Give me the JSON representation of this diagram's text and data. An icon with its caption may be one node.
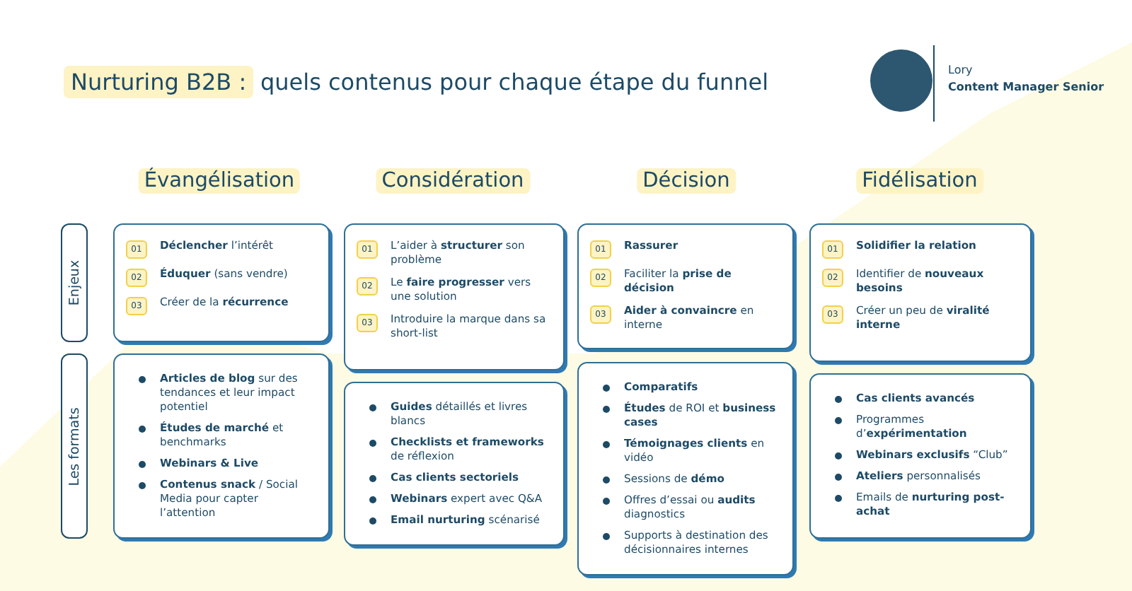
{
  "diagram": {
    "nodes": [
      {
        "text": [
          "Évangélisation"
        ]
      },
      {
        "text": [
          "Considération"
        ]
      },
      {
        "text": [
          "Décision"
        ]
      },
      {
        "text": [
          "Fidélisation"
        ]
      },
      {
        "text": [
          "Enjeux"
        ]
      },
      {
        "text": [
          "01",
          "**Déclencher** l’intérêt",
          "02",
          "**Éduquer** (sans vendre)",
          "03",
          "Créer de la **récurrence**"
        ]
      },
      {
        "text": [
          "01",
          "L’aider à **structurer** son problème",
          "02",
          "Le **faire progresser** vers une solution",
          "03",
          "Introduire la marque dans sa short-list"
        ]
      },
      {
        "text": [
          "01",
          "**Rassurer**",
          "02",
          "Faciliter la **prise de décision**",
          "03",
          "**Aider à convaincre** en interne"
        ]
      },
      {
        "text": [
          "01",
          "**Solidifier la relation**",
          "02",
          "Identifier de **nouveaux besoins**",
          "03",
          "Créer un peu de **viralité interne**"
        ]
      },
      {
        "text": [
          "Les formats"
        ]
      },
      {
        "text": [
          "**Articles de blog** sur des tendances et leur impact potentiel",
          "**Études de marché** et benchmarks",
          "**Webinars & Live**",
          "**Contenus snack** / Social Media pour capter l’attention"
        ]
      },
      {
        "text": [
          "**Guides** détaillés et livres blancs",
          "**Checklists et frameworks** de réflexion",
          "**Cas clients sectoriels**",
          "**Webinars** expert avec Q&A",
          "**Email nurturing** scénarisé"
        ]
      },
      {
        "text": [
          "**Comparatifs**",
          "**Études** de ROI et **business cases**",
          "**Témoignages clients** en vidéo",
          "Sessions de **démo**",
          "Offres d’essai ou **audits** diagnostics",
          "Supports à destination des décisionnaires internes"
        ]
      },
      {
        "text": [
          "**Cas clients avancés**",
          "Programmes d’**expérimentation**",
          "**Webinars exclusifs** “Club”",
          "**Ateliers** personnalisés",
          "Emails de **nurturing post-achat**"
        ]
      }
    ],
    "labels": [
      "Nurturing B2B :",
      "quels contenus pour chaque étape du funnel",
      "Lory",
      "Content Manager Senior"
    ]
  }
}
